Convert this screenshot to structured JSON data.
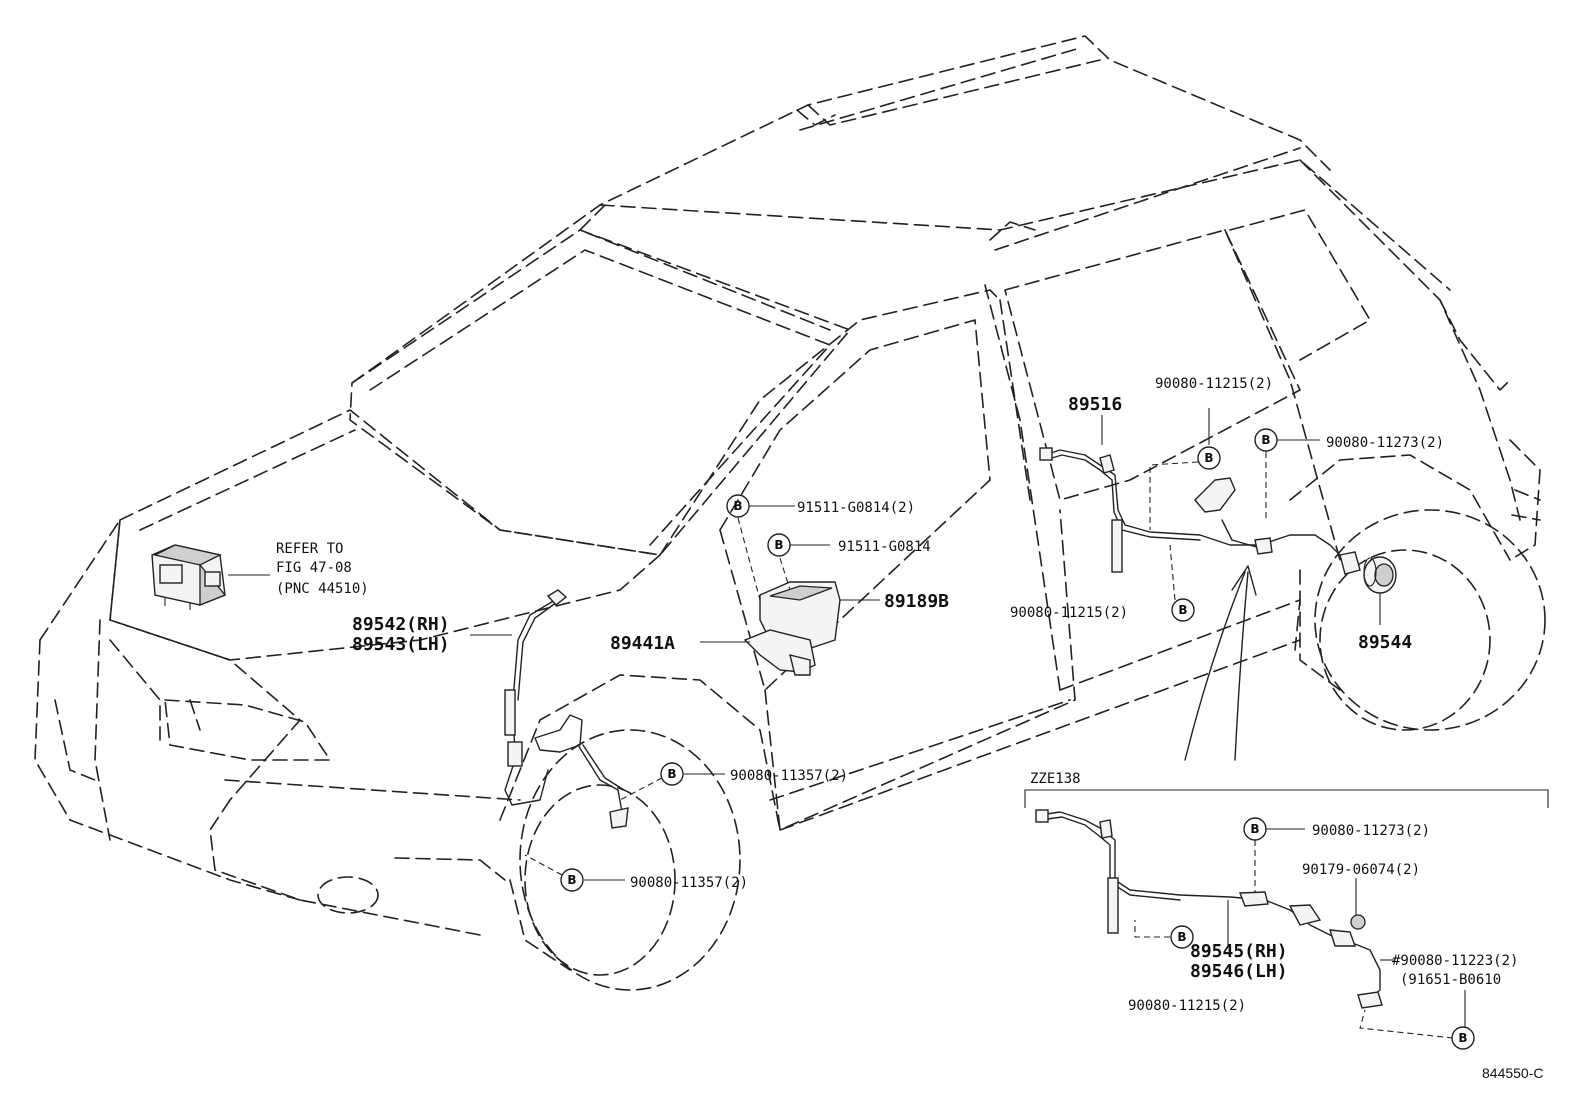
{
  "badge_letter": "B",
  "abs_actuator_note": [
    "REFER TO",
    "FIG 47-08",
    "(PNC 44510)"
  ],
  "labels": {
    "p89516": "89516",
    "p90080_11215_top": "90080-11215(2)",
    "p90080_11273_top": "90080-11273(2)",
    "p91511_g0814_2": "91511-G0814(2)",
    "p91511_g0814": "91511-G0814",
    "p89189b": "89189B",
    "p89441a": "89441A",
    "p89542": "89542(RH)",
    "p89543": "89543(LH)",
    "p90080_11215_mid": "90080-11215(2)",
    "p89544": "89544",
    "p90080_11357_a": "90080-11357(2)",
    "p90080_11357_b": "90080-11357(2)",
    "inset_title": "ZZE138",
    "p90080_11273_inset": "90080-11273(2)",
    "p90179_06074": "90179-06074(2)",
    "p89545": "89545(RH)",
    "p89546": "89546(LH)",
    "p90080_11223": "#90080-11223(2)",
    "p91651_b0610": "(91651-B0610",
    "p90080_11215_inset": "90080-11215(2)"
  },
  "figure_number": "844550-C"
}
